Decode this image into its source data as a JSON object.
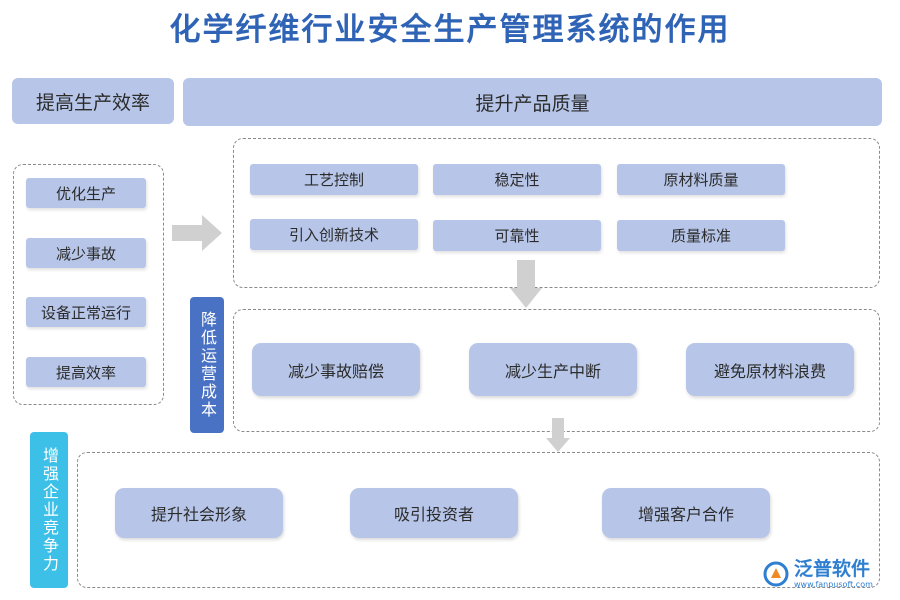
{
  "title": "化学纤维行业安全生产管理系统的作用",
  "headers": {
    "left": "提高生产效率",
    "right": "提升产品质量"
  },
  "efficiency_items": [
    "优化生产",
    "减少事故",
    "设备正常运行",
    "提高效率"
  ],
  "quality_items": [
    "工艺控制",
    "稳定性",
    "原材料质量",
    "引入创新技术",
    "可靠性",
    "质量标准"
  ],
  "cost": {
    "label": "降低运营成本",
    "items": [
      "减少事故赔偿",
      "减少生产中断",
      "避免原材料浪费"
    ]
  },
  "competitiveness": {
    "label": "增强企业竞争力",
    "items": [
      "提升社会形象",
      "吸引投资者",
      "增强客户合作"
    ]
  },
  "logo": {
    "name": "泛普软件",
    "url": "www.fanpusoft.com"
  },
  "colors": {
    "title": "#2f63b5",
    "box": "#b7c6e8",
    "cost_label_bg": "#4a72c4",
    "comp_label_bg": "#3cc0e8",
    "arrow": "#d0d0d0",
    "logo": "#2f7fd0"
  }
}
